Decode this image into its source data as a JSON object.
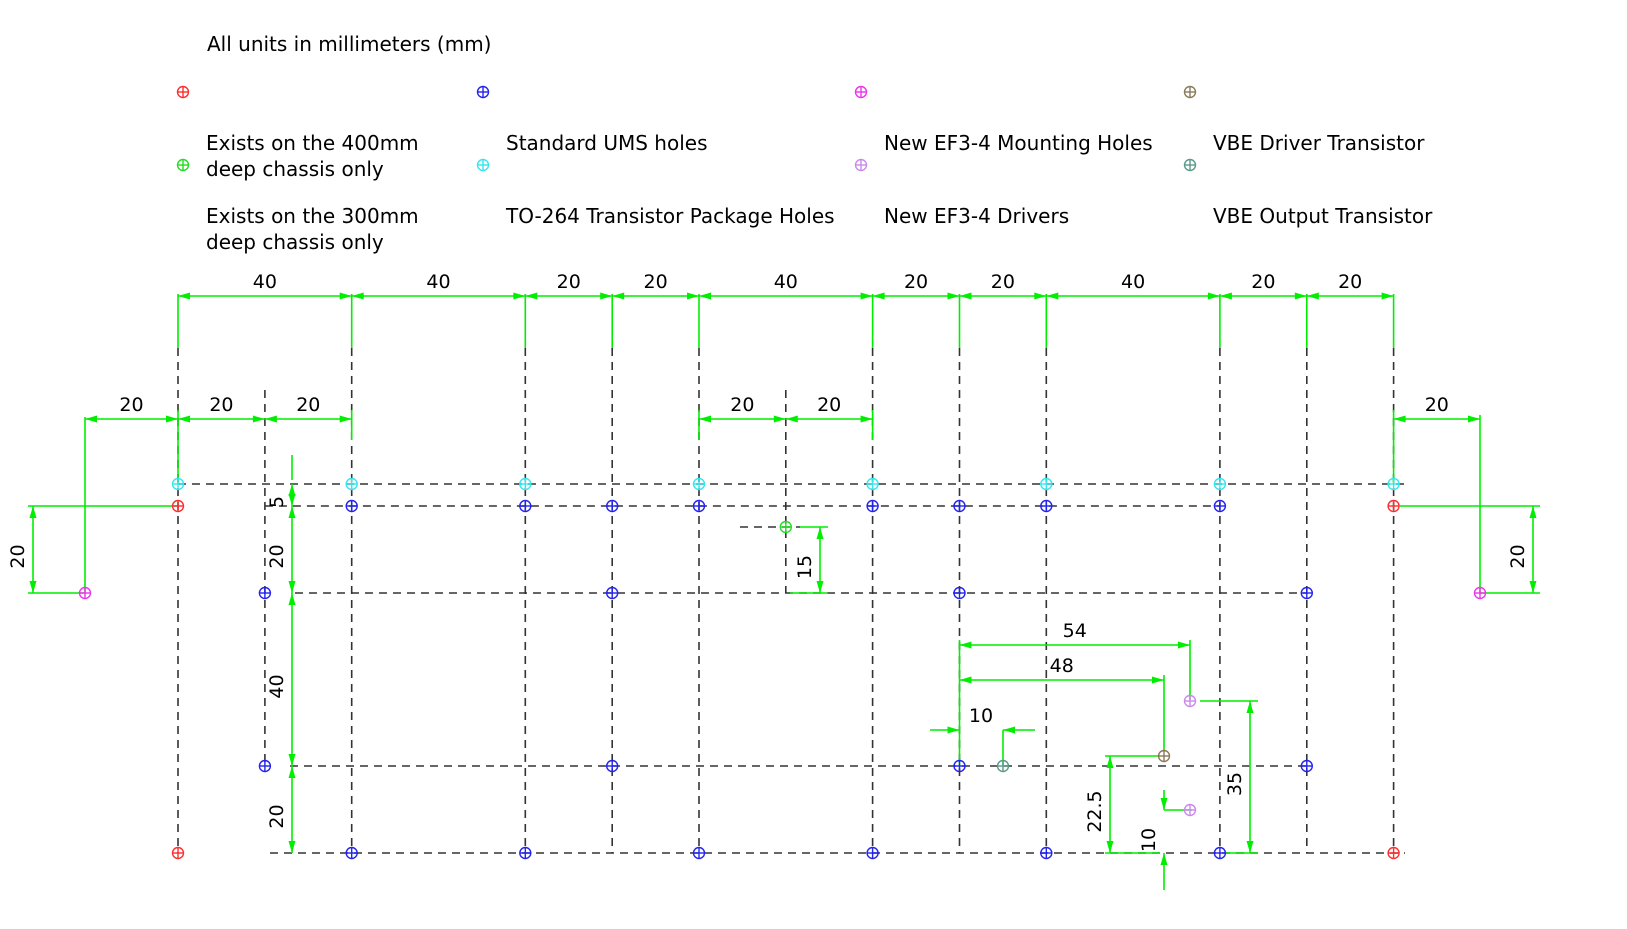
{
  "note": "All units in millimeters (mm)",
  "legend": [
    {
      "id": "red",
      "label": "Exists on the 400mm\ndeep chassis only",
      "color": "#ff2d2d"
    },
    {
      "id": "green",
      "label": "Exists on the 300mm\ndeep chassis only",
      "color": "#22dd22"
    },
    {
      "id": "blue",
      "label": "Standard UMS holes",
      "color": "#2323ee"
    },
    {
      "id": "cyan",
      "label": "TO-264 Transistor Package Holes",
      "color": "#33e6f0"
    },
    {
      "id": "magenta",
      "label": "New EF3-4 Mounting Holes",
      "color": "#ee33ee"
    },
    {
      "id": "lilac",
      "label": "New EF3-4 Drivers",
      "color": "#cc88ee"
    },
    {
      "id": "brown",
      "label": "VBE Driver Transistor",
      "color": "#8b7a5a"
    },
    {
      "id": "teal",
      "label": "VBE Output Transistor",
      "color": "#5a9a8a"
    }
  ],
  "dimensions": {
    "top_row": [
      "40",
      "40",
      "20",
      "20",
      "40",
      "20",
      "20",
      "40",
      "20",
      "20"
    ],
    "second_row_left": [
      "20",
      "20",
      "20"
    ],
    "second_row_mid": [
      "20",
      "20"
    ],
    "right_horizontal": "20",
    "left_vertical": "20",
    "right_vertical": "20",
    "vertical_5": "5",
    "vertical_20a": "20",
    "vertical_40": "40",
    "vertical_20b": "20",
    "vertical_15": "15",
    "h_54": "54",
    "h_48": "48",
    "h_10": "10",
    "v_22_5": "22.5",
    "v_10": "10",
    "v_35": "35"
  },
  "colors": {
    "dimension": "#00ee00",
    "gridline": "#333333"
  }
}
